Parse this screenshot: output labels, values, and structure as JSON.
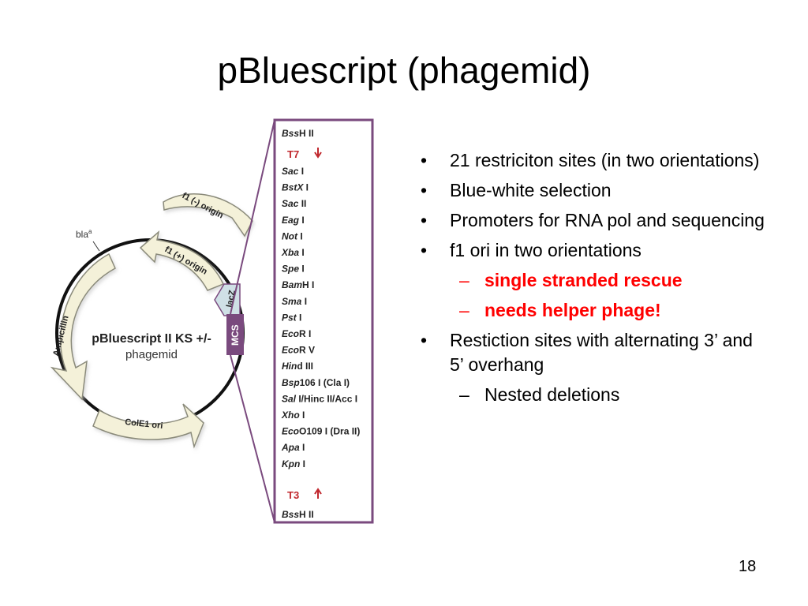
{
  "slide": {
    "title": "pBluescript (phagemid)",
    "page_number": "18"
  },
  "diagram": {
    "plasmid_name": "pBluescript II KS +/-",
    "plasmid_type": "phagemid",
    "regions": {
      "f1_minus": "f1 (-) origin",
      "f1_plus": "f1 (+) origin",
      "ampicillin": "Ampicillin",
      "cole1": "ColE1 ori",
      "bla": "bla",
      "bla_sup": "a",
      "lacz": "lacZ",
      "mcs": "MCS"
    },
    "promoter_t7": "T7",
    "promoter_t3": "T3",
    "sites": [
      {
        "i": "Bss",
        "r": "H II"
      },
      {
        "i": "Sac",
        "r": " I"
      },
      {
        "i": "BstX",
        "r": " I"
      },
      {
        "i": "Sac",
        "r": " II"
      },
      {
        "i": "Eag",
        "r": " I"
      },
      {
        "i": "Not",
        "r": " I"
      },
      {
        "i": "Xba",
        "r": " I"
      },
      {
        "i": "Spe",
        "r": " I"
      },
      {
        "i": "Bam",
        "r": "H I"
      },
      {
        "i": "Sma",
        "r": " I"
      },
      {
        "i": "Pst",
        "r": " I"
      },
      {
        "i": "Eco",
        "r": "R I"
      },
      {
        "i": "Eco",
        "r": "R V"
      },
      {
        "i": "Hin",
        "r": "d III"
      },
      {
        "i": "Bsp",
        "r": "106 I (Cla I)"
      },
      {
        "i": "Sal",
        "r": " I/Hinc II/Acc I"
      },
      {
        "i": "Xho",
        "r": " I"
      },
      {
        "i": "Eco",
        "r": "O109 I (Dra II)"
      },
      {
        "i": "Apa",
        "r": " I"
      },
      {
        "i": "Kpn",
        "r": " I"
      },
      {
        "i": "Bss",
        "r": "H II"
      }
    ]
  },
  "bullets": {
    "b1": "21 restriciton sites (in two orientations)",
    "b2": "Blue-white selection",
    "b3": "Promoters for RNA pol and sequencing",
    "b4": "f1 ori in two orientations",
    "b4_sub1": "single stranded rescue",
    "b4_sub2": "needs helper phage!",
    "b5": "Restiction sites with alternating 3’ and 5’ overhang",
    "b5_sub1": "Nested deletions"
  },
  "colors": {
    "arrow_fill": "#f4f1d9",
    "arrow_stroke": "#8a8a7a",
    "mcs_box": "#7a4a7e",
    "lacz_fill": "#cfe0e6",
    "t_label": "#c0272d"
  }
}
